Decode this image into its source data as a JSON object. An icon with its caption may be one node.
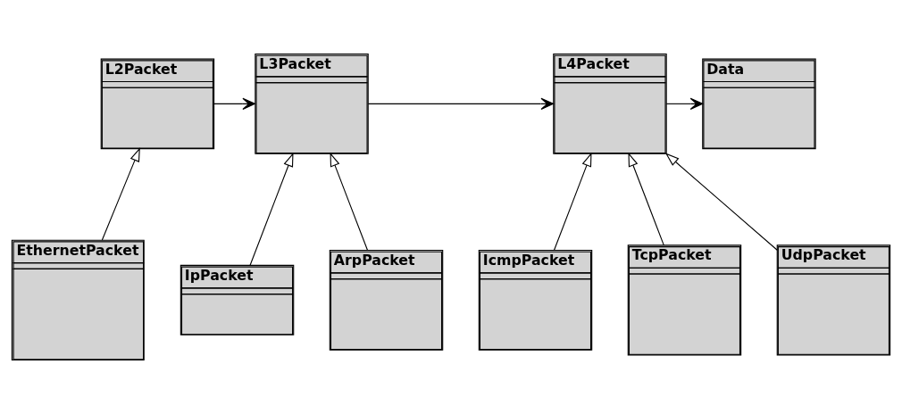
{
  "diagram": {
    "nodes": [
      {
        "text": [
          "L2Packet"
        ]
      },
      {
        "text": [
          "L3Packet"
        ]
      },
      {
        "text": [
          "L4Packet"
        ]
      },
      {
        "text": [
          "Data"
        ]
      },
      {
        "text": [
          "EthernetPacket"
        ]
      },
      {
        "text": [
          "IpPacket"
        ]
      },
      {
        "text": [
          "ArpPacket"
        ]
      },
      {
        "text": [
          "IcmpPacket"
        ]
      },
      {
        "text": [
          "TcpPacket"
        ]
      },
      {
        "text": [
          "UdpPacket"
        ]
      }
    ],
    "edges": [
      {
        "from": 0,
        "to": 1,
        "arrow": "to"
      },
      {
        "from": 1,
        "to": 2,
        "arrow": "to"
      },
      {
        "from": 2,
        "to": 3,
        "arrow": "to"
      },
      {
        "from": 4,
        "to": 0,
        "arrow": "to"
      },
      {
        "from": 5,
        "to": 1,
        "arrow": "to"
      },
      {
        "from": 6,
        "to": 1,
        "arrow": "to"
      },
      {
        "from": 7,
        "to": 2,
        "arrow": "to"
      },
      {
        "from": 8,
        "to": 2,
        "arrow": "to"
      },
      {
        "from": 9,
        "to": 2,
        "arrow": "to"
      }
    ]
  }
}
